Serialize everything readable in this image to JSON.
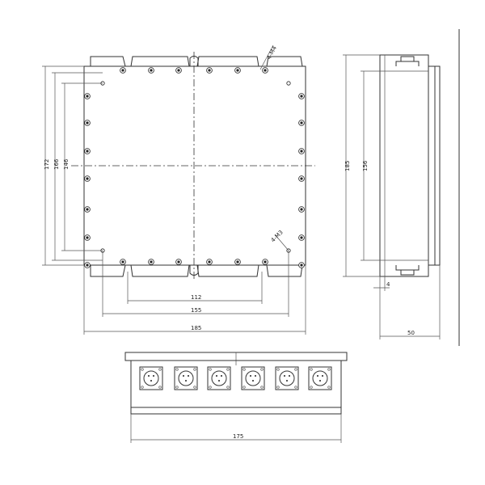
{
  "dimensions": {
    "width_inner_pitch": "112",
    "width_hole_pitch": "155",
    "width_total": "185",
    "height_total": "172",
    "height_hole_pitch": "146",
    "height_inner": "166",
    "side_height_total": "185",
    "side_height_inner": "156",
    "side_depth": "50",
    "side_small": "4",
    "bottom_width": "175"
  },
  "annotations": {
    "top_hole_callout": "4-M4",
    "bottom_hole_callout": "4-M3"
  },
  "colors": {
    "line": "#333333",
    "background": "#ffffff"
  }
}
